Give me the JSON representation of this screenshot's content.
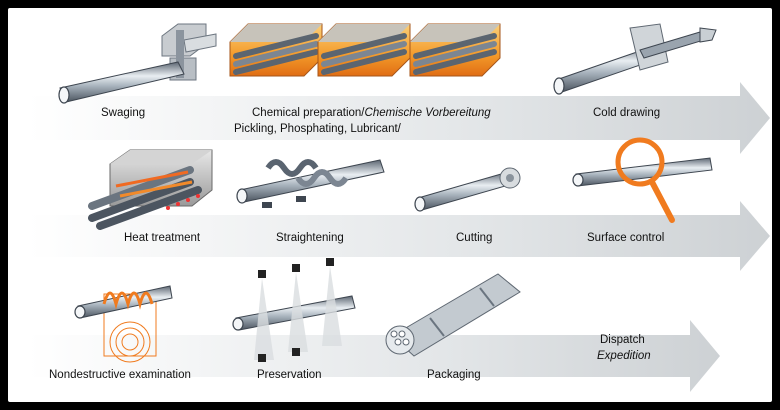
{
  "steps": {
    "swaging": {
      "label": "Swaging"
    },
    "chemical": {
      "label_en": "Chemical preparation/",
      "label_de": "Chemische Vorbereitung",
      "sub": "Pickling, Phosphating, Lubricant/"
    },
    "cold_drawing": {
      "label": "Cold drawing"
    },
    "heat_treatment": {
      "label": "Heat treatment"
    },
    "straightening": {
      "label": "Straightening"
    },
    "cutting": {
      "label": "Cutting"
    },
    "surface_control": {
      "label": "Surface control"
    },
    "nde": {
      "label": "Nondestructive examination"
    },
    "preservation": {
      "label": "Preservation"
    },
    "packaging": {
      "label": "Packaging"
    },
    "dispatch": {
      "label_en": "Dispatch",
      "label_de": "Expedition"
    }
  },
  "colors": {
    "arrow": "#d9dcde",
    "orange": "#f07b1f",
    "tube": "#9aa7b4"
  }
}
